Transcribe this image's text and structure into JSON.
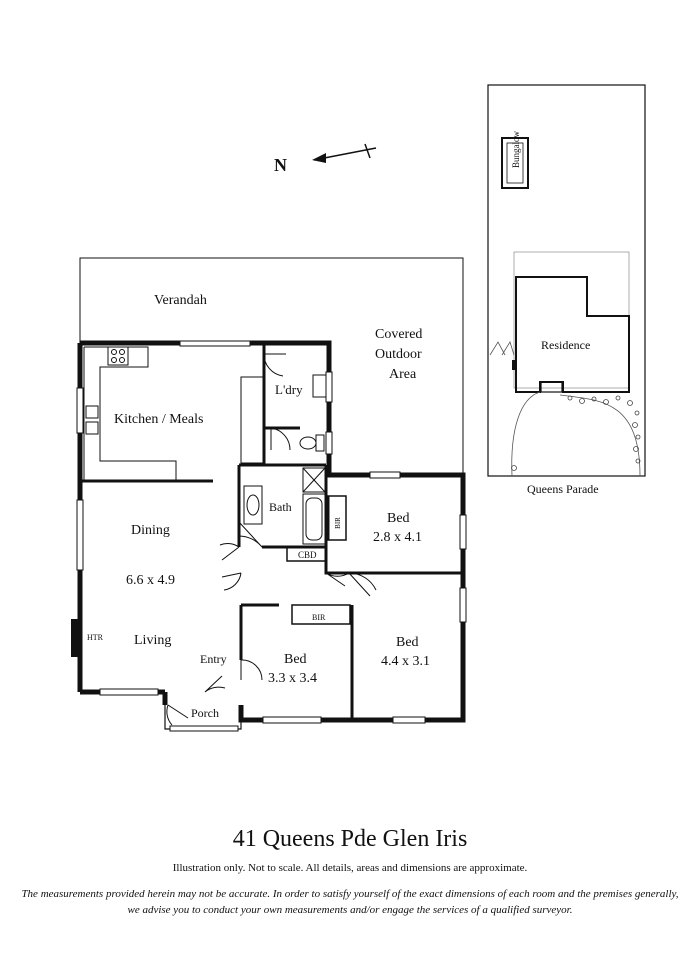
{
  "compass": {
    "letter": "N"
  },
  "site_plan": {
    "outbuilding_label": "Bungalow",
    "residence_label": "Residence",
    "street_label": "Queens Parade"
  },
  "rooms": {
    "verandah": "Verandah",
    "outdoor_line1": "Covered",
    "outdoor_line2": "Outdoor",
    "outdoor_line3": "Area",
    "kitchen": "Kitchen / Meals",
    "laundry": "L'dry",
    "bath": "Bath",
    "bir": "BIR",
    "cbd": "CBD",
    "bed1_name": "Bed",
    "bed1_size": "2.8 x 4.1",
    "dining": "Dining",
    "living_size": "6.6 x 4.9",
    "living": "Living",
    "htr": "HTR",
    "entry": "Entry",
    "porch": "Porch",
    "bed2_name": "Bed",
    "bed2_size": "3.3 x 3.4",
    "bed3_name": "Bed",
    "bed3_size": "4.4 x 3.1",
    "bir2": "BIR"
  },
  "footer": {
    "address": "41 Queens Pde Glen Iris",
    "disclaimer": "Illustration only. Not to scale. All details, areas and dimensions are approximate.",
    "note": "The measurements provided herein may not be accurate. In order to satisfy yourself of the exact dimensions of each room and the premises generally, we advise you to conduct your own measurements and/or engage the services of a qualified surveyor."
  }
}
